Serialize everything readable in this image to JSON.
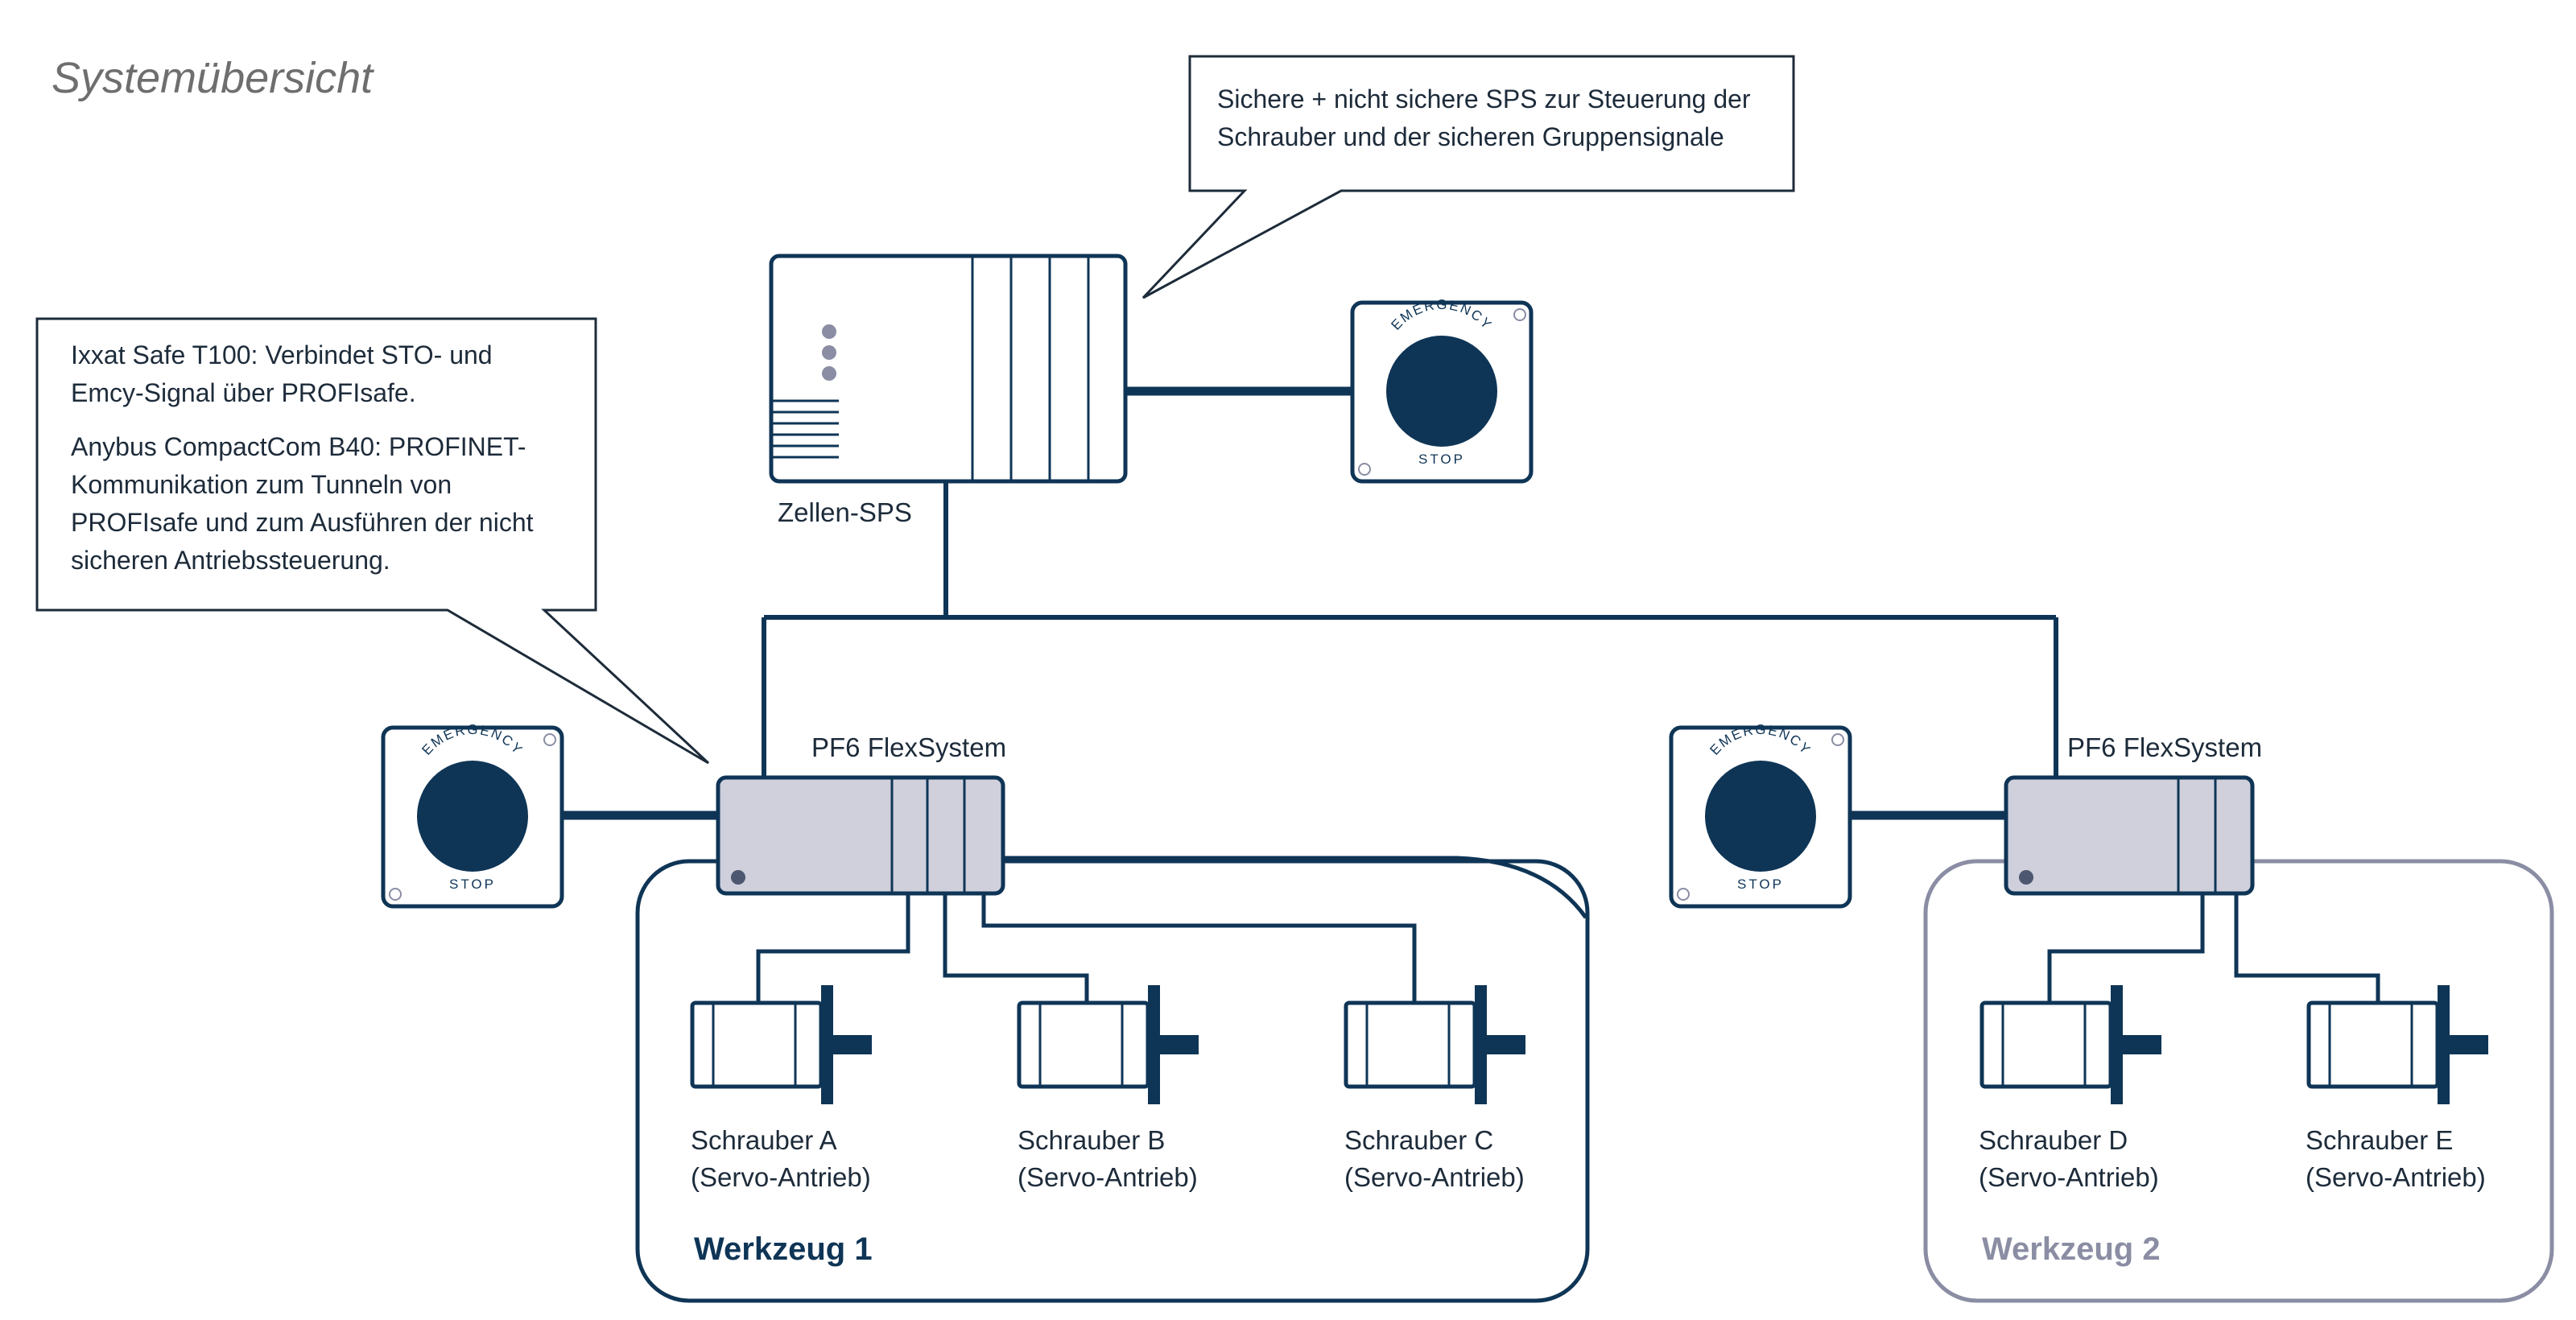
{
  "title": "Systemübersicht",
  "callouts": {
    "sps": {
      "line1": "Sichere + nicht sichere SPS zur Steuerung der",
      "line2": "Schrauber und der sicheren Gruppensignale"
    },
    "ixxat": {
      "p1_line1": "Ixxat Safe T100: Verbindet STO- und",
      "p1_line2": "Emcy-Signal über PROFIsafe.",
      "p2_line1": "Anybus CompactCom B40: PROFINET-",
      "p2_line2": "Kommunikation zum Tunneln von",
      "p2_line3": "PROFIsafe und zum Ausführen der nicht",
      "p2_line4": "sicheren Antriebssteuerung."
    }
  },
  "cell_plc": {
    "label": "Zellen-SPS"
  },
  "emergency_stop": {
    "top_text": "EMERGENCY",
    "bottom_text": "STOP"
  },
  "flexsystems": [
    {
      "label": "PF6 FlexSystem"
    },
    {
      "label": "PF6 FlexSystem"
    }
  ],
  "tools": [
    {
      "name": "Werkzeug 1",
      "screwdrivers": [
        {
          "name": "Schrauber A",
          "drive": "(Servo-Antrieb)"
        },
        {
          "name": "Schrauber B",
          "drive": "(Servo-Antrieb)"
        },
        {
          "name": "Schrauber C",
          "drive": "(Servo-Antrieb)"
        }
      ]
    },
    {
      "name": "Werkzeug 2",
      "screwdrivers": [
        {
          "name": "Schrauber D",
          "drive": "(Servo-Antrieb)"
        },
        {
          "name": "Schrauber E",
          "drive": "(Servo-Antrieb)"
        }
      ]
    }
  ],
  "colors": {
    "navy": "#0f3556",
    "outline": "#1d2b3a",
    "device_fill": "#cfd0dc",
    "tool2_gray": "#8a8da3",
    "title_gray": "#6e6e6e"
  }
}
